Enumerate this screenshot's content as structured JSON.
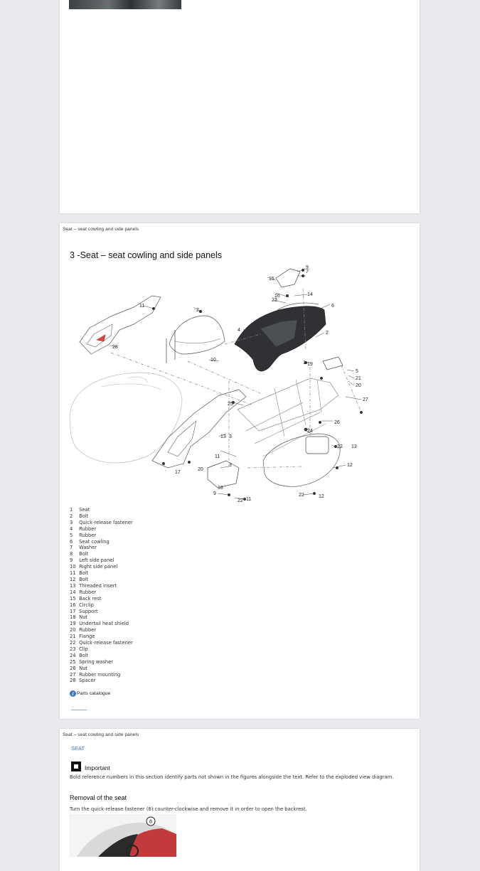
{
  "page2": {
    "running_head": "Seat – seat cowling and side panels",
    "section_title": "3 -Seat – seat cowling and side panels",
    "diagram_labels": [
      "15",
      "9",
      "7",
      "16",
      "14",
      "23",
      "6",
      "11",
      "2",
      "4",
      "2",
      "28",
      "10",
      "1",
      "5",
      "21",
      "20",
      "27",
      "25",
      "26",
      "24",
      "13",
      "22",
      "20",
      "3",
      "12",
      "9",
      "22",
      "11",
      "19",
      "3",
      "17",
      "13",
      "18",
      "22",
      "11",
      "12"
    ],
    "parts": [
      {
        "num": "1",
        "name": "Seat"
      },
      {
        "num": "2",
        "name": "Bolt"
      },
      {
        "num": "3",
        "name": "Quick-release fastener"
      },
      {
        "num": "4",
        "name": "Rubber"
      },
      {
        "num": "5",
        "name": "Rubber"
      },
      {
        "num": "6",
        "name": "Seat cowling"
      },
      {
        "num": "7",
        "name": "Washer"
      },
      {
        "num": "8",
        "name": "Bolt"
      },
      {
        "num": "9",
        "name": "Left side panel"
      },
      {
        "num": "10",
        "name": "Right side panel"
      },
      {
        "num": "11",
        "name": "Bolt"
      },
      {
        "num": "12",
        "name": "Bolt"
      },
      {
        "num": "13",
        "name": "Threaded insert"
      },
      {
        "num": "14",
        "name": "Rubber"
      },
      {
        "num": "15",
        "name": "Back rest"
      },
      {
        "num": "16",
        "name": "Circlip"
      },
      {
        "num": "17",
        "name": "Support"
      },
      {
        "num": "18",
        "name": "Nut"
      },
      {
        "num": "19",
        "name": "Undertail heat shield"
      },
      {
        "num": "20",
        "name": "Rubber"
      },
      {
        "num": "21",
        "name": "Flange"
      },
      {
        "num": "22",
        "name": "Quick-release fastener"
      },
      {
        "num": "23",
        "name": "Clip"
      },
      {
        "num": "24",
        "name": "Bolt"
      },
      {
        "num": "25",
        "name": "Spring washer"
      },
      {
        "num": "26",
        "name": "Nut"
      },
      {
        "num": "27",
        "name": "Rubber mounting"
      },
      {
        "num": "28",
        "name": "Spacer"
      }
    ],
    "catalogue_link": "Parts catalogue",
    "info_glyph": "i"
  },
  "page3": {
    "running_head": "Seat – seat cowling and side panels",
    "seat_link": "SEAT",
    "important_label": "Important",
    "important_text": "Bold reference numbers in this section identify parts not shown in the figures alongside the text. Refer to the exploded view diagram.",
    "removal_title": "Removal of the seat",
    "removal_text": "Turn the quick-release fastener (8) counter-clockwise and remove it in order to open the backrest.",
    "photo_callout": "8"
  },
  "colors": {
    "background": "#e9eaee",
    "link": "#3d73c0",
    "info_icon": "#3f7ac8"
  }
}
